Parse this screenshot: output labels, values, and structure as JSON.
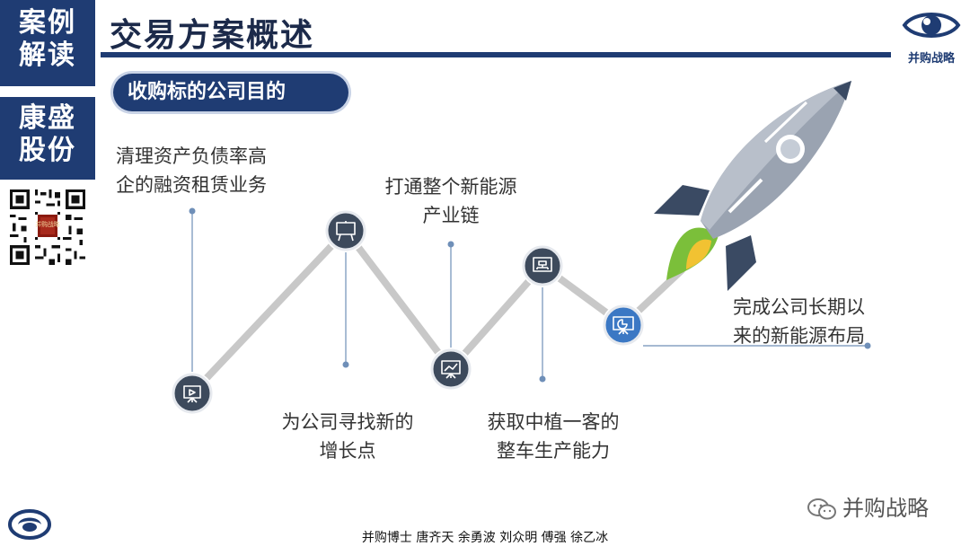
{
  "sidebar": {
    "case_line1": "案例",
    "case_line2": "解读",
    "company_line1": "康盛",
    "company_line2": "股份",
    "qr_stamp": "并购战略"
  },
  "header": {
    "title": "交易方案概述",
    "logo_label": "并购战略"
  },
  "subtitle": "收购标的公司目的",
  "steps": [
    {
      "line1": "清理资产负债率高",
      "line2": "企的融资租赁业务",
      "icon": "presentation-icon"
    },
    {
      "line1": "为公司寻找新的",
      "line2": "增长点",
      "icon": "whiteboard-icon"
    },
    {
      "line1": "打通整个新能源",
      "line2": "产业链",
      "icon": "trend-chart-icon"
    },
    {
      "line1": "获取中植一客的",
      "line2": "整车生产能力",
      "icon": "org-chart-icon"
    },
    {
      "line1": "完成公司长期以",
      "line2": "来的新能源布局",
      "icon": "pie-chart-board-icon"
    }
  ],
  "colors": {
    "brand_blue": "#1f3c73",
    "node_dark": "#3d4a5c",
    "line_gray": "#c8c8c8",
    "connector_blue": "#6f8fb8",
    "rocket_gray": "#9aa3b1",
    "flame_green": "#7bbf3a",
    "flame_yellow": "#f1c232"
  },
  "footer": {
    "wechat_label": "并购战略",
    "authors": "并购博士 唐齐天 余勇波 刘众明 傅强 徐乙冰"
  }
}
